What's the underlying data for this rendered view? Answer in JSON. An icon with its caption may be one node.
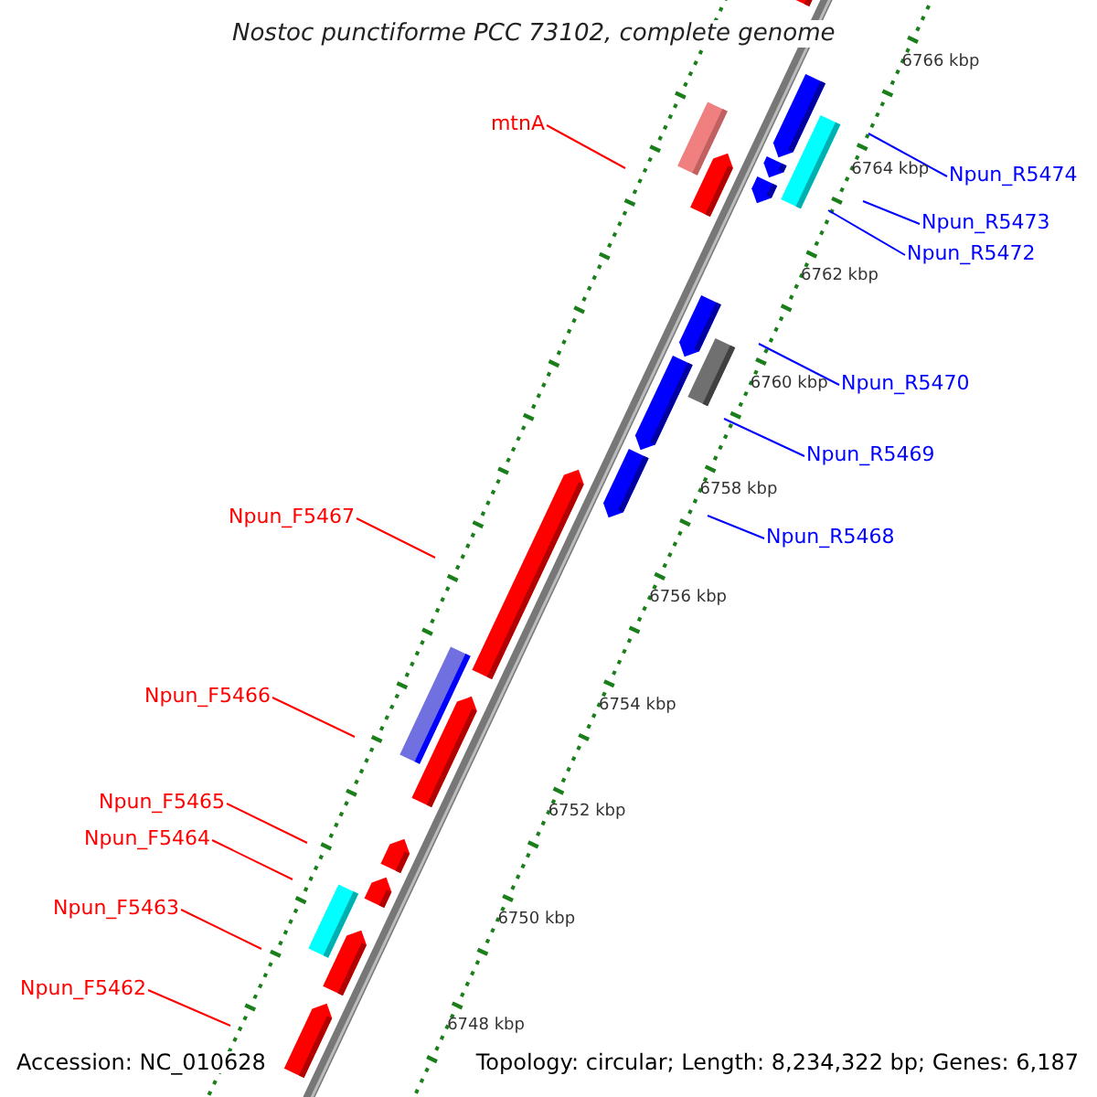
{
  "diagram": {
    "title": "Nostoc punctiforme PCC 73102, complete genome",
    "nodes": [
      {
        "text": [
          "mtnA"
        ]
      },
      {
        "text": [
          "Npun_R5474"
        ]
      },
      {
        "text": [
          "Npun_R5473"
        ]
      },
      {
        "text": [
          "Npun_R5472"
        ]
      },
      {
        "text": [
          "Npun_R5470"
        ]
      },
      {
        "text": [
          "Npun_R5469"
        ]
      },
      {
        "text": [
          "Npun_F5467"
        ]
      },
      {
        "text": [
          "Npun_R5468"
        ]
      },
      {
        "text": [
          "Npun_F5466"
        ]
      },
      {
        "text": [
          "Npun_F5465"
        ]
      },
      {
        "text": [
          "Npun_F5464"
        ]
      },
      {
        "text": [
          "Npun_F5463"
        ]
      },
      {
        "text": [
          "Npun_F5462"
        ]
      }
    ],
    "edges": [
      {
        "from": 0,
        "to": null,
        "arrow": "none"
      },
      {
        "from": 1,
        "to": null,
        "arrow": "none",
        "color": "#0000ff"
      },
      {
        "from": 2,
        "to": null,
        "arrow": "none",
        "color": "#0000ff"
      },
      {
        "from": 3,
        "to": null,
        "arrow": "none",
        "color": "#0000ff"
      },
      {
        "from": 4,
        "to": null,
        "arrow": "none",
        "color": "#0000ff"
      },
      {
        "from": 5,
        "to": null,
        "arrow": "none",
        "color": "#0000ff"
      },
      {
        "from": 6,
        "to": null,
        "arrow": "none"
      },
      {
        "from": 7,
        "to": null,
        "arrow": "none",
        "color": "#0000ff"
      },
      {
        "from": 8,
        "to": null,
        "arrow": "none"
      },
      {
        "from": 9,
        "to": null,
        "arrow": "none"
      },
      {
        "from": 10,
        "to": null,
        "arrow": "none"
      },
      {
        "from": 11,
        "to": null,
        "arrow": "none"
      },
      {
        "from": 12,
        "to": null,
        "arrow": "none"
      }
    ],
    "labels": [
      "6766 kbp",
      "6764 kbp",
      "6762 kbp",
      "6760 kbp",
      "6758 kbp",
      "6756 kbp",
      "6754 kbp",
      "6752 kbp",
      "6750 kbp",
      "6748 kbp",
      "Accession: NC_010628",
      "Topology: circular; Length: 8,234,322 bp; Genes: 6,187"
    ]
  }
}
